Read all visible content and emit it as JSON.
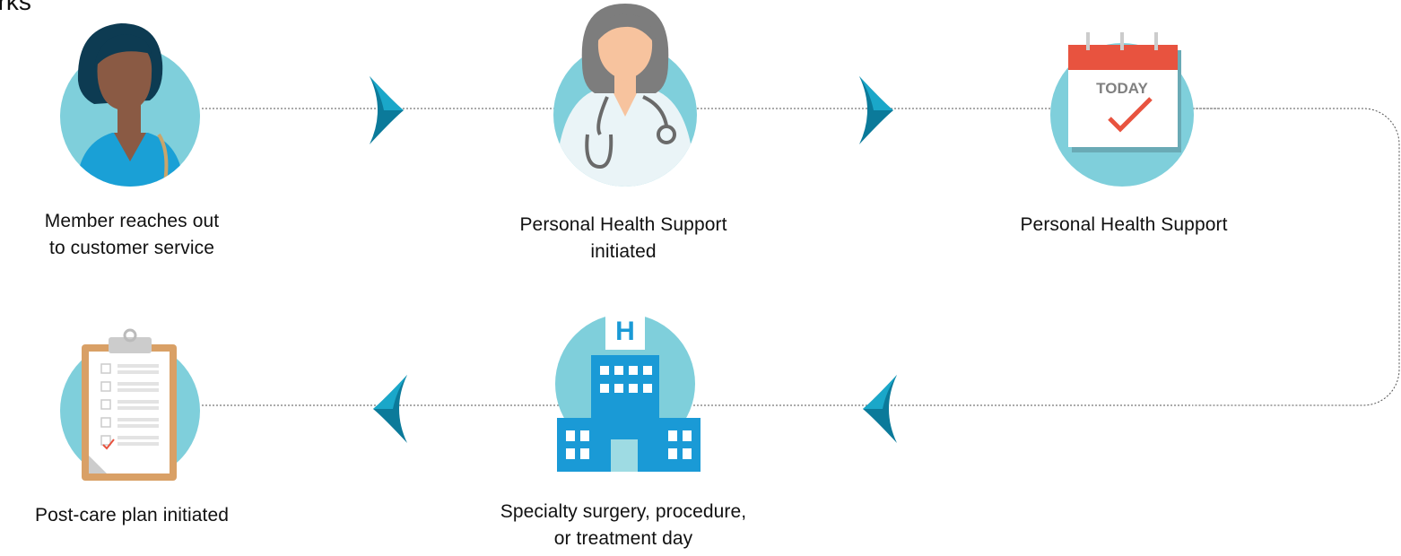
{
  "title": "orks",
  "steps": [
    {
      "name": "member-reaches-out",
      "lines": [
        "Member reaches out",
        "to customer service"
      ],
      "icon": "woman-member-icon"
    },
    {
      "name": "personal-health-support-initiated",
      "lines": [
        "Personal Health Support initiated"
      ],
      "icon": "doctor-icon"
    },
    {
      "name": "personal-health-support",
      "lines": [
        "Personal Health Support"
      ],
      "icon": "calendar-today-icon"
    },
    {
      "name": "specialty-surgery",
      "lines": [
        "Specialty surgery, procedure,",
        "or treatment day"
      ],
      "icon": "hospital-icon"
    },
    {
      "name": "post-care-plan",
      "lines": [
        "Post-care plan initiated"
      ],
      "icon": "clipboard-icon"
    }
  ],
  "calendar_text": "TODAY",
  "hospital_letter": "H",
  "colors": {
    "circle": "#7fcfdb",
    "arrow_dark": "#0b7a9a",
    "arrow_light": "#1aa7c9",
    "calendar_header": "#e8533f",
    "check": "#e8533f",
    "hospital": "#1a9ad6",
    "clipboard": "#d9a066",
    "skin": "#8a5a44",
    "hair": "#0d3b52",
    "shirt": "#1aa0d6"
  }
}
